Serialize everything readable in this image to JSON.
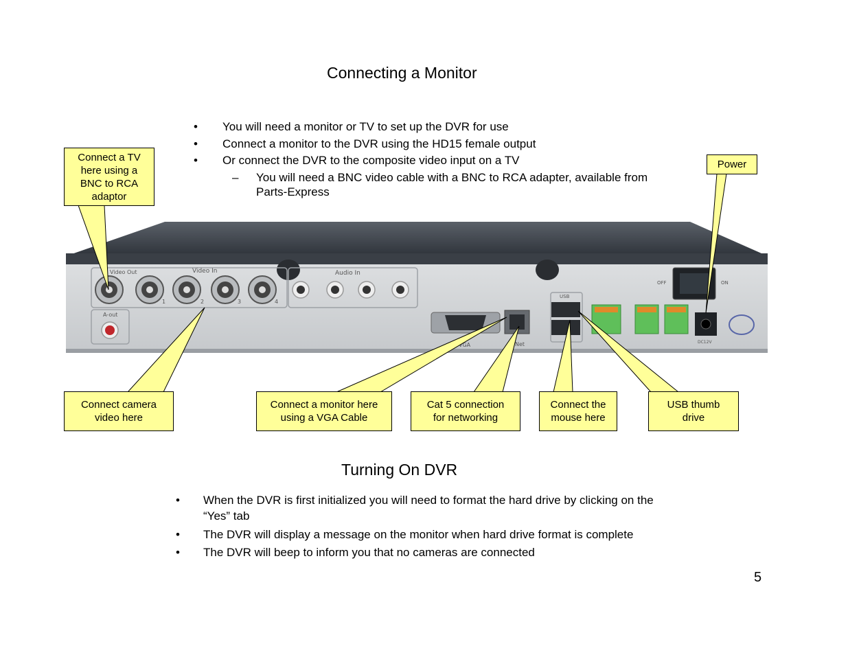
{
  "section1": {
    "title": "Connecting a Monitor",
    "bullets": [
      "You will need a monitor or TV to set up the DVR for use",
      "Connect a monitor to the DVR using the HD15 female output",
      "Or connect the DVR to the composite video input on a TV"
    ],
    "sub_bullet": {
      "line1": "You will need a BNC video cable with a BNC to RCA adapter, available from",
      "line2": "Parts-Express"
    },
    "bullet_char": "•",
    "dash_char": "–"
  },
  "callouts": {
    "tv": [
      "Connect a TV",
      "here using a",
      "BNC to RCA",
      "adaptor"
    ],
    "power": "Power",
    "camera": [
      "Connect camera",
      "video here"
    ],
    "vga": [
      "Connect a monitor here",
      "using a VGA Cable"
    ],
    "cat5": [
      "Cat 5 connection",
      "for networking"
    ],
    "mouse": [
      "Connect the",
      "mouse here"
    ],
    "usb": [
      "USB thumb",
      "drive"
    ]
  },
  "device_labels": {
    "video_out": "Video Out",
    "video_in": "Video In",
    "audio_in": "Audio In",
    "a_out": "A-out",
    "vga": "VGA",
    "net": "Net",
    "usb": "USB",
    "off": "OFF",
    "on": "ON",
    "dc": "DC12V",
    "num1": "1",
    "num2": "2",
    "num3": "3",
    "num4": "4"
  },
  "section2": {
    "title": "Turning On DVR",
    "bullets": [
      {
        "line1": "When the DVR is first initialized you will need to format the hard drive by clicking on the",
        "line2": "“Yes” tab"
      },
      {
        "line1": "The DVR will display a message on the monitor when hard drive format is complete"
      },
      {
        "line1": "The DVR will beep to inform you that no cameras are connected"
      }
    ]
  },
  "page_number": "5",
  "colors": {
    "callout_fill": "#ffff99",
    "panel": "#d2d4d6",
    "chassis": "#3c424a"
  }
}
